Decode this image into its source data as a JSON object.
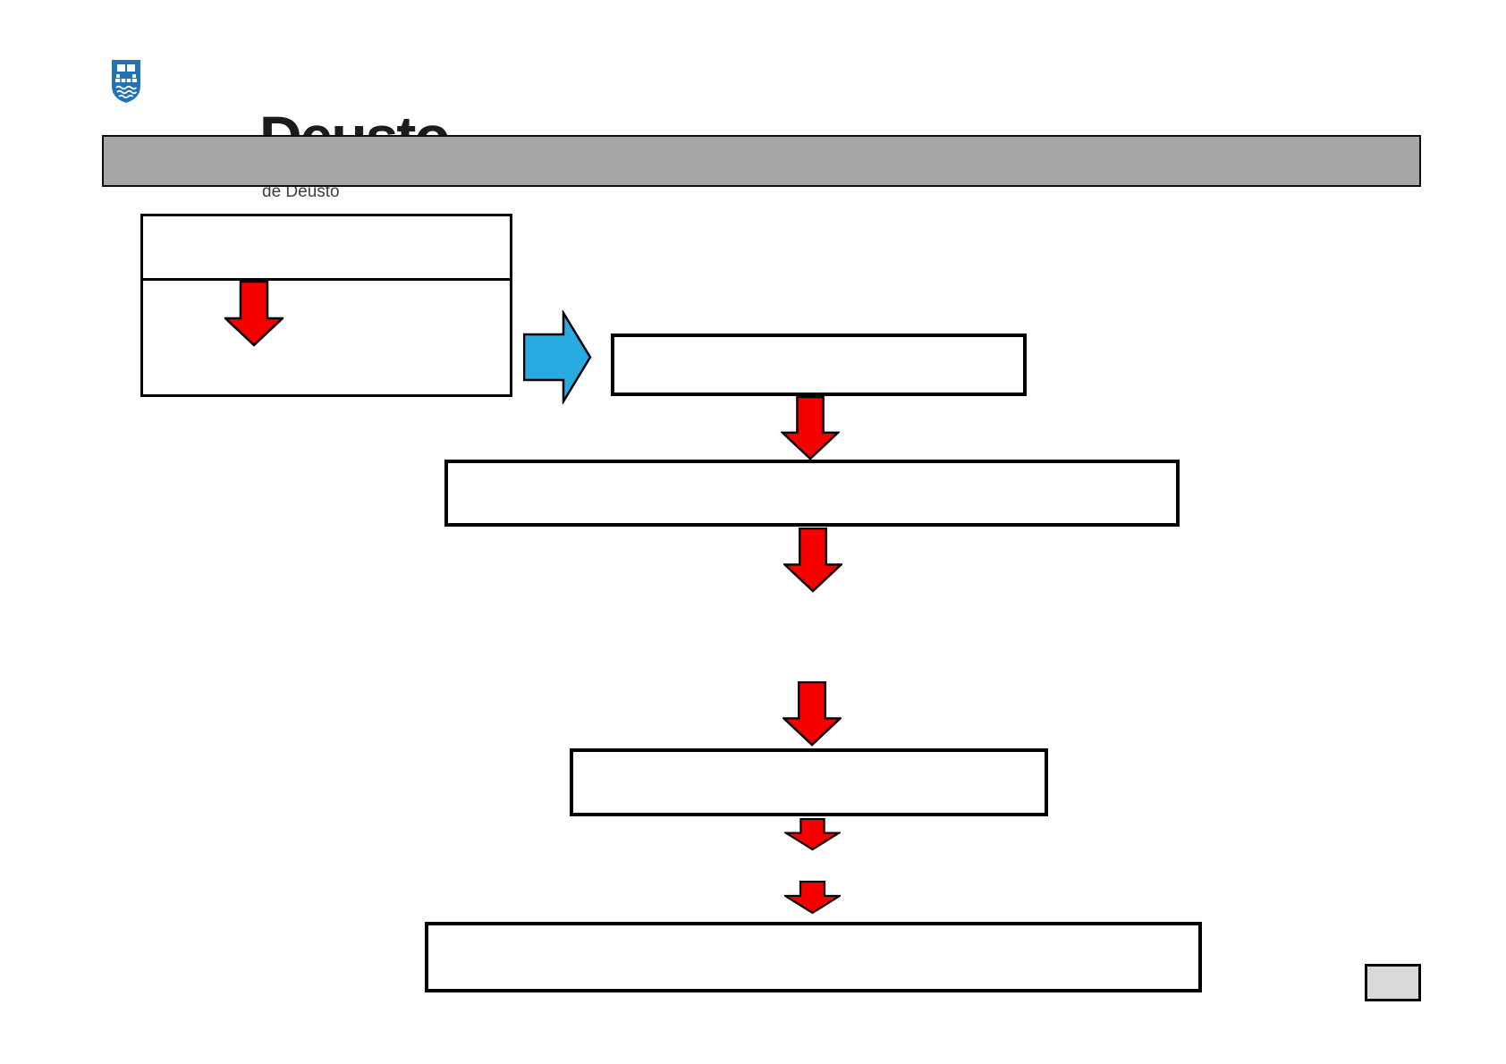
{
  "brand": {
    "name": "Deusto",
    "subtitle": "Universidad de Deusto",
    "shield_color": "#2173b8"
  },
  "title_bar": {
    "text": "",
    "fill": "#a6a6a6"
  },
  "colors": {
    "arrow_red": "#f70000",
    "arrow_blue": "#29abe2",
    "outline_black": "#000000",
    "box_fill": "#ffffff",
    "side_box_fill": "#d9d9d9"
  },
  "flowchart": {
    "boxes": [
      {
        "id": "source-box",
        "label": ""
      },
      {
        "id": "step-1",
        "label": ""
      },
      {
        "id": "step-2",
        "label": ""
      },
      {
        "id": "step-3",
        "label": ""
      },
      {
        "id": "step-4",
        "label": ""
      }
    ],
    "side_box": {
      "label": ""
    },
    "arrows": [
      {
        "id": "arrow-inside-source",
        "direction": "down",
        "color": "#f70000"
      },
      {
        "id": "arrow-source-to-step-1",
        "direction": "right",
        "color": "#29abe2"
      },
      {
        "id": "arrow-step-1-to-step-2",
        "direction": "down",
        "color": "#f70000"
      },
      {
        "id": "arrow-below-step-2",
        "direction": "down",
        "color": "#f70000"
      },
      {
        "id": "arrow-above-step-3",
        "direction": "down",
        "color": "#f70000"
      },
      {
        "id": "arrow-below-step-3",
        "direction": "down",
        "color": "#f70000"
      },
      {
        "id": "arrow-above-step-4",
        "direction": "down",
        "color": "#f70000"
      }
    ]
  }
}
